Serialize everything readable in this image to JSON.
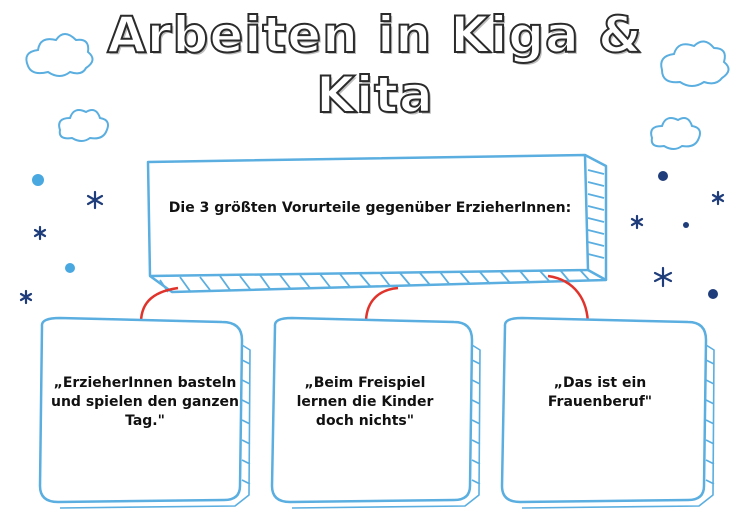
{
  "title": {
    "line1": "Arbeiten in Kiga &",
    "line2": "Kita"
  },
  "central_box": {
    "text": "Die 3 größten Vorurteile gegenüber ErzieherInnen:"
  },
  "statements": [
    "„ErzieherInnen basteln und spielen den ganzen Tag.\"",
    "„Beim Freispiel lernen die Kinder doch nichts\"",
    "„Das ist ein Frauenberuf\""
  ],
  "colors": {
    "box_outline": "#5aaee0",
    "arrow": "#e0332b",
    "star": "#1f3d7a",
    "dot_light": "#4aa8e0",
    "dot_dark": "#1f3d7a"
  },
  "icons": [
    "cloud-icon",
    "star-icon",
    "dot-icon",
    "arrow-icon"
  ]
}
